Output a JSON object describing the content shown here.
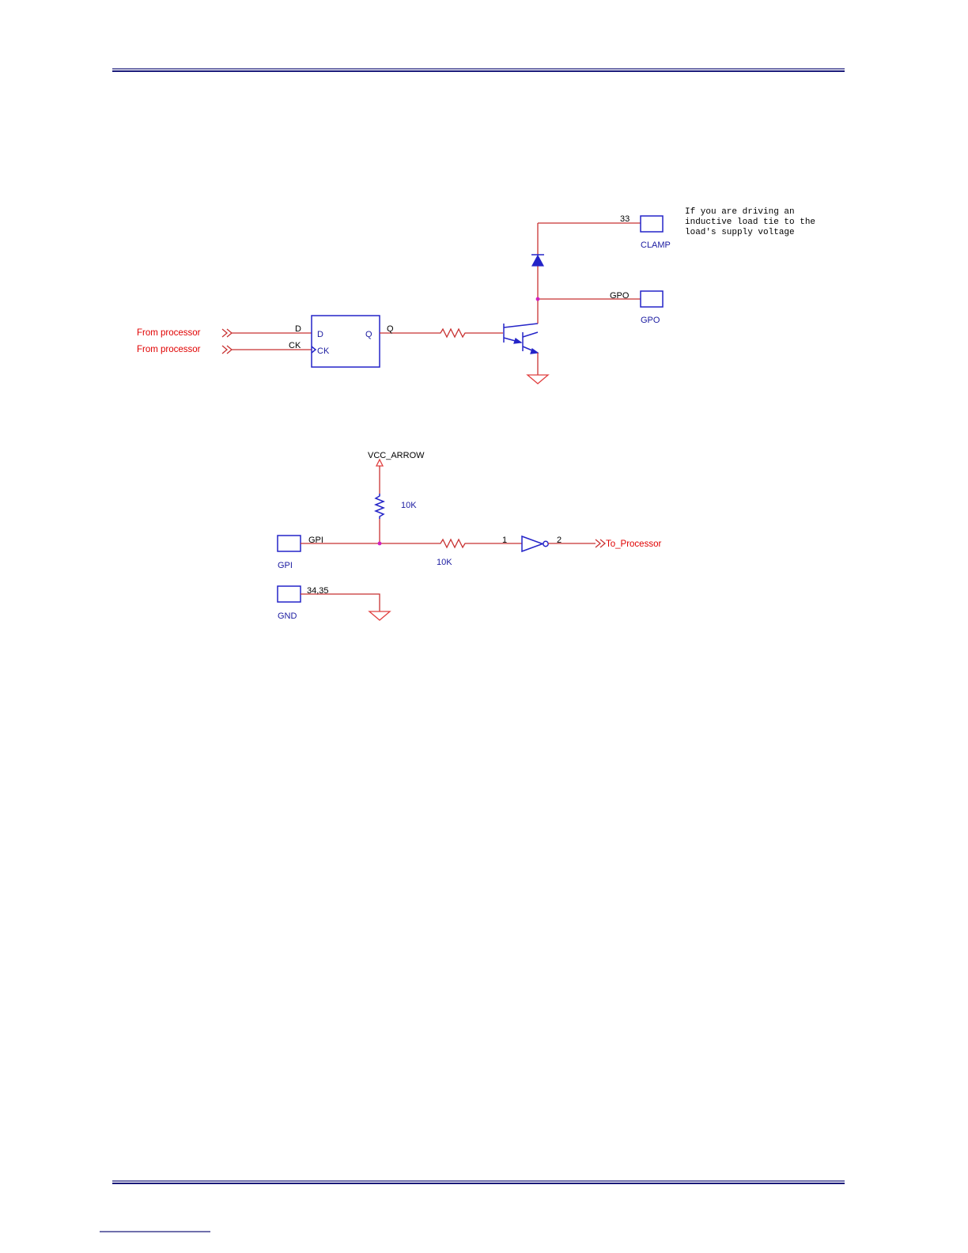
{
  "colors": {
    "wire": "#c83232",
    "component": "#2424c8",
    "junction": "#d020c0",
    "rule": "#1a1a7a",
    "red_label": "#e00000"
  },
  "output_circuit": {
    "input_d_label": "From processor",
    "input_ck_label": "From processor",
    "net_d": "D",
    "net_ck": "CK",
    "flipflop_pin_d": "D",
    "flipflop_pin_ck": "CK",
    "flipflop_pin_q": "Q",
    "net_q": "Q",
    "clamp_pin_number": "33",
    "clamp_connector_label": "CLAMP",
    "gpo_net_label": "GPO",
    "gpo_connector_label": "GPO",
    "clamp_note": [
      "If you are driving an",
      "inductive load tie to the",
      "load's supply voltage"
    ]
  },
  "input_circuit": {
    "power_label": "VCC_ARROW",
    "pullup_value": "10K",
    "series_value": "10K",
    "gpi_net_label": "GPI",
    "gpi_connector_label": "GPI",
    "inverter_pin_in": "1",
    "inverter_pin_out": "2",
    "output_label": "To_Processor",
    "gnd_pins": "34,35",
    "gnd_connector_label": "GND"
  }
}
